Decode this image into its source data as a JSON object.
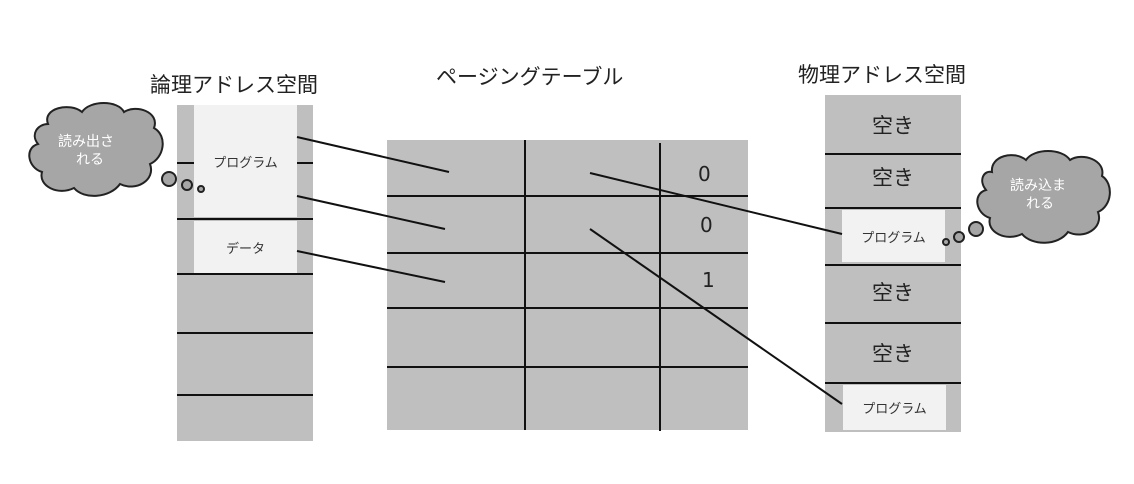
{
  "titles": {
    "logical": "論理アドレス空間",
    "table": "ページングテーブル",
    "physical": "物理アドレス空間"
  },
  "logical": {
    "program_label": "プログラム",
    "data_label": "データ"
  },
  "paging_table": {
    "flags": [
      "0",
      "0",
      "1"
    ]
  },
  "physical": {
    "free_label": "空き",
    "program_label": "プログラム"
  },
  "clouds": {
    "left_line1": "読み出さ",
    "left_line2": "れる",
    "right_line1": "読み込ま",
    "right_line2": "れる"
  }
}
